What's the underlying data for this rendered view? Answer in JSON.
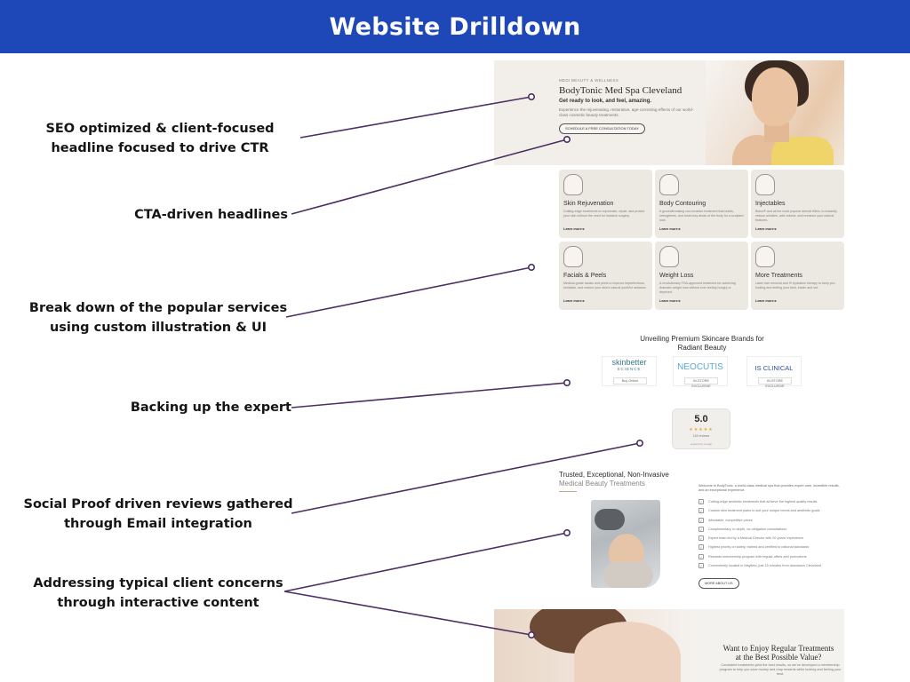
{
  "header": {
    "title": "Website Drilldown",
    "background": "#1e47b8"
  },
  "annotations": [
    {
      "id": "seo",
      "line1": "SEO optimized & client-focused",
      "line2": "headline focused to drive CTR"
    },
    {
      "id": "cta",
      "line1": "CTA-driven headlines"
    },
    {
      "id": "services",
      "line1": "Break down of the popular services",
      "line2": "using custom illustration & UI"
    },
    {
      "id": "expert",
      "line1": "Backing up the expert"
    },
    {
      "id": "social",
      "line1": "Social Proof driven reviews gathered",
      "line2": "through Email integration"
    },
    {
      "id": "concerns",
      "line1": "Addressing typical client concerns",
      "line2": "through interactive content"
    }
  ],
  "connector_color": "#4b2f63",
  "mockup": {
    "hero": {
      "kicker": "MEDI BEAUTY & WELLNESS",
      "title": "BodyTonic Med Spa Cleveland",
      "subtitle": "Get ready to look, and feel, amazing.",
      "body": "Experience the rejuvenating, restorative, age-correcting effects of our world-class cosmetic beauty treatments.",
      "cta": "SCHEDULE A FREE CONSULTATION TODAY"
    },
    "services": [
      {
        "title": "Skin Rejuvenation",
        "desc": "Cutting-edge treatments to rejuvenate, repair, and protect your skin without the need for invasive surgery.",
        "link": "Learn more",
        "icon": "face-outline-icon"
      },
      {
        "title": "Body Contouring",
        "desc": "A groundbreaking non-invasive treatment that builds, strengthens, and tones key areas of the body for a sculpted look.",
        "link": "Learn more",
        "icon": "torso-outline-icon"
      },
      {
        "title": "Injectables",
        "desc": "Botox® and all the most popular dermal fillers, to instantly reduce wrinkles, add volume, and enhance your natural features.",
        "link": "Learn more",
        "icon": "syringe-outline-icon"
      },
      {
        "title": "Facials & Peels",
        "desc": "Medical-grade facials and peels to improve imperfections, revitalize, and restore your skin’s natural youthful radiance.",
        "link": "Learn more",
        "icon": "serum-bottle-icon"
      },
      {
        "title": "Weight Loss",
        "desc": "A revolutionary FDA-approved treatment for achieving dramatic weight loss without ever feeling hungry or deprived.",
        "link": "Learn more",
        "icon": "scale-outline-icon"
      },
      {
        "title": "More Treatments",
        "desc": "Laser hair removal and IV hydration therapy to keep you looking and feeling your best, inside and out.",
        "link": "Learn more",
        "icon": "person-outline-icon"
      }
    ],
    "brands": {
      "title_line1": "Unveiling Premium Skincare Brands for",
      "title_line2": "Radiant Beauty",
      "items": [
        {
          "name": "skinbetter",
          "sub": "SCIENCE",
          "button": "Buy Online",
          "color": "#3b7a8c"
        },
        {
          "name": "NEOCUTIS",
          "button": "IN-STORE EXCLUSIVE",
          "color": "#5aa7d6"
        },
        {
          "name": "IS CLINICAL",
          "button": "IN-STORE EXCLUSIVE",
          "color": "#2f4f9c"
        }
      ]
    },
    "rating": {
      "score": "5.0",
      "stars": "★★★★★",
      "count": "115 reviews",
      "by": "powered by Google"
    },
    "trusted": {
      "line1": "Trusted, Exceptional, Non-Invasive",
      "line2": "Medical Beauty Treatments",
      "intro": "Welcome to BodyTonic, a world-class medical spa that provides expert care, incredible results, and an exceptional experience.",
      "checks": [
        "Cutting-edge aesthetic treatments that achieve the highest quality results",
        "Custom skin treatment plans to suit your unique needs and aesthetic goals",
        "Affordable, competitive prices",
        "Complimentary, in-depth, no-obligation consultations",
        "Expert team led by a Medical Director with 20 years’ experience",
        "Highest priority on safety, trained and certified to national standards",
        "Rewards membership program with regular offers and promotions",
        "Conveniently located in Mayfield, just 15 minutes from downtown Cleveland"
      ],
      "button": "MORE ABOUT US"
    },
    "bottom": {
      "title_line1": "Want to Enjoy Regular Treatments",
      "title_line2": "at the Best Possible Value?",
      "body": "Consistent treatments yield the best results, so we’ve developed a membership program to help you save money and reap rewards while looking and feeling your best."
    }
  }
}
